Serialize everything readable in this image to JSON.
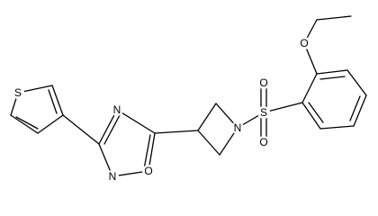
{
  "structure": {
    "atom_labels": {
      "thiophene_sulfur": "S",
      "oxadiazole_n4": "N",
      "oxadiazole_n2": "N",
      "oxadiazole_o1": "O",
      "azetidine_n": "N",
      "sulfonyl_s": "S",
      "sulfonyl_o_upper": "O",
      "sulfonyl_o_lower": "O",
      "ether_o": "O"
    }
  }
}
